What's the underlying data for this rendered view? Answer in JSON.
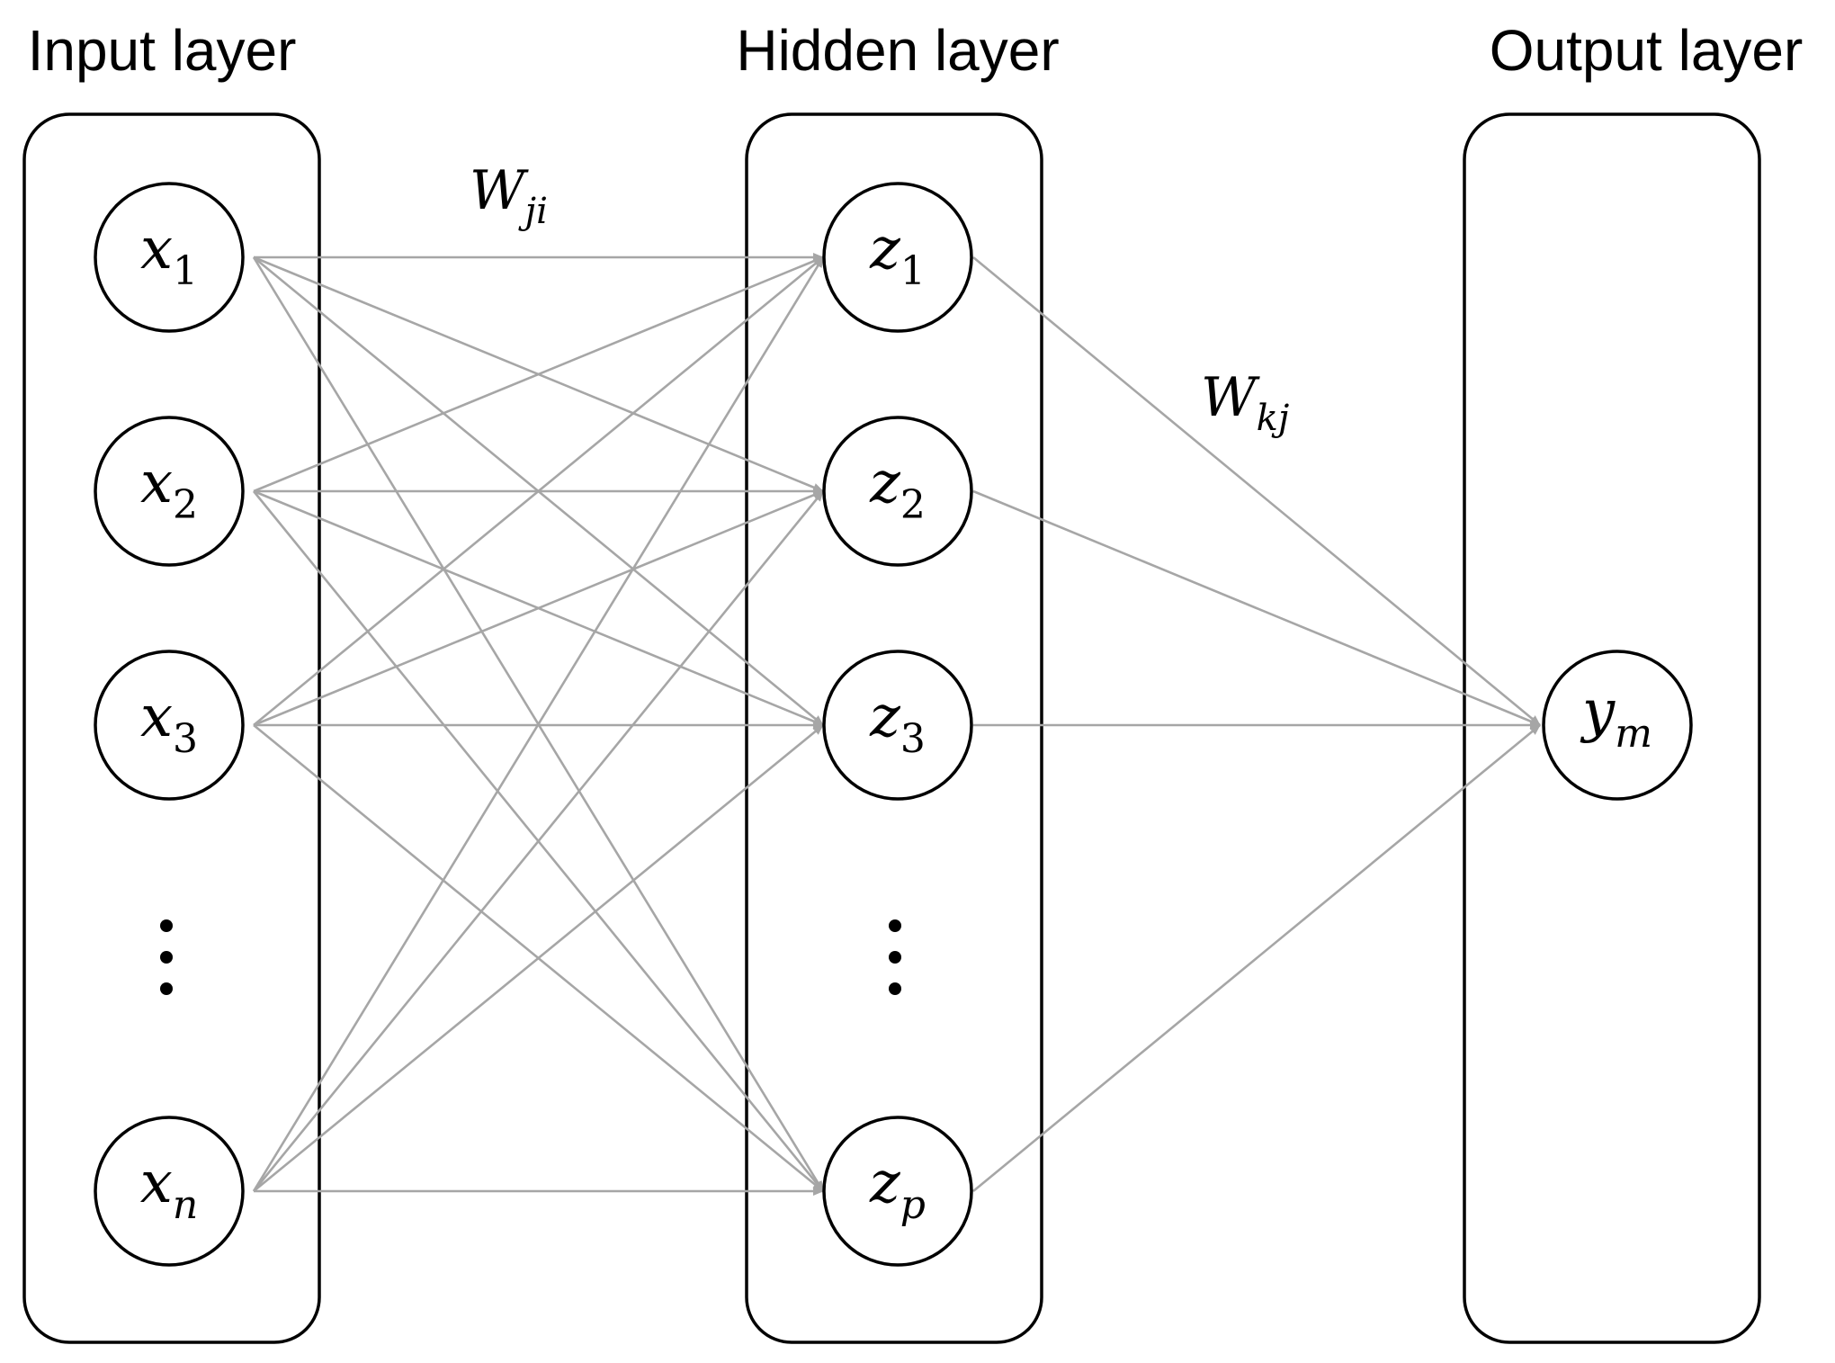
{
  "colors": {
    "edge": "#a6a6a6",
    "stroke": "#000000",
    "background": "#ffffff"
  },
  "layers": {
    "input": {
      "title": "Input layer",
      "nodes": [
        {
          "var": "x",
          "sub": "1"
        },
        {
          "var": "x",
          "sub": "2"
        },
        {
          "var": "x",
          "sub": "3"
        },
        {
          "ellipsis": "⋮"
        },
        {
          "var": "x",
          "sub": "n"
        }
      ]
    },
    "hidden": {
      "title": "Hidden layer",
      "nodes": [
        {
          "var": "z",
          "sub": "1"
        },
        {
          "var": "z",
          "sub": "2"
        },
        {
          "var": "z",
          "sub": "3"
        },
        {
          "ellipsis": "⋮"
        },
        {
          "var": "z",
          "sub": "p"
        }
      ]
    },
    "output": {
      "title": "Output layer",
      "nodes": [
        {
          "var": "y",
          "sub": "m"
        }
      ]
    }
  },
  "weights": {
    "input_hidden": {
      "var": "W",
      "sub": "ji"
    },
    "hidden_output": {
      "var": "W",
      "sub": "kj"
    }
  }
}
